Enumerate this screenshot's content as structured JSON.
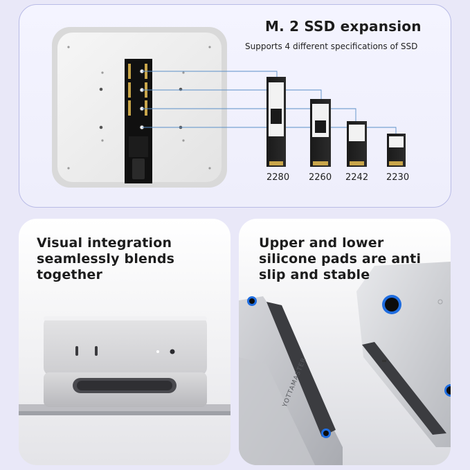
{
  "top": {
    "title": "M. 2 SSD expansion",
    "subtitle": "Supports 4 different specifications of SSD",
    "sizes": [
      "2280",
      "2260",
      "2242",
      "2230"
    ]
  },
  "left": {
    "title": "Visual integration seamlessly blends together"
  },
  "right": {
    "title": "Upper and lower silicone pads are anti slip and stable",
    "brand_engraving": "YOTTAMASTER"
  },
  "colors": {
    "panel_border": "#b9bbe6",
    "connector_line": "#5a8fc8",
    "pad_blue": "#1f6de0",
    "background": "#e9e8f8"
  }
}
